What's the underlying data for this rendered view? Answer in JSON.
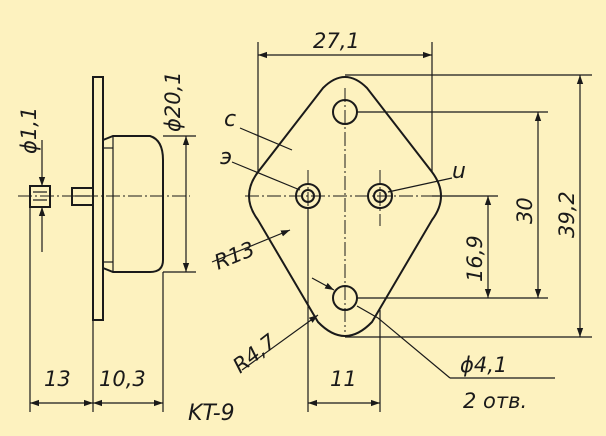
{
  "title": "KT-9",
  "labels": {
    "case": "c",
    "emitter": "э",
    "base": "u"
  },
  "dimensions": {
    "overall_width": "27,1",
    "pin_diameter": "ϕ1,1",
    "body_diameter": "ϕ20,1",
    "overall_height": "39,2",
    "hole_spacing": "30",
    "pin_offset": "16,9",
    "radius_large": "R13",
    "radius_small": "R4,7",
    "hole_diameter": "ϕ4,1",
    "hole_count": "2 отв.",
    "pin_spacing": "11",
    "side_length_a": "13",
    "side_length_b": "10,3"
  }
}
